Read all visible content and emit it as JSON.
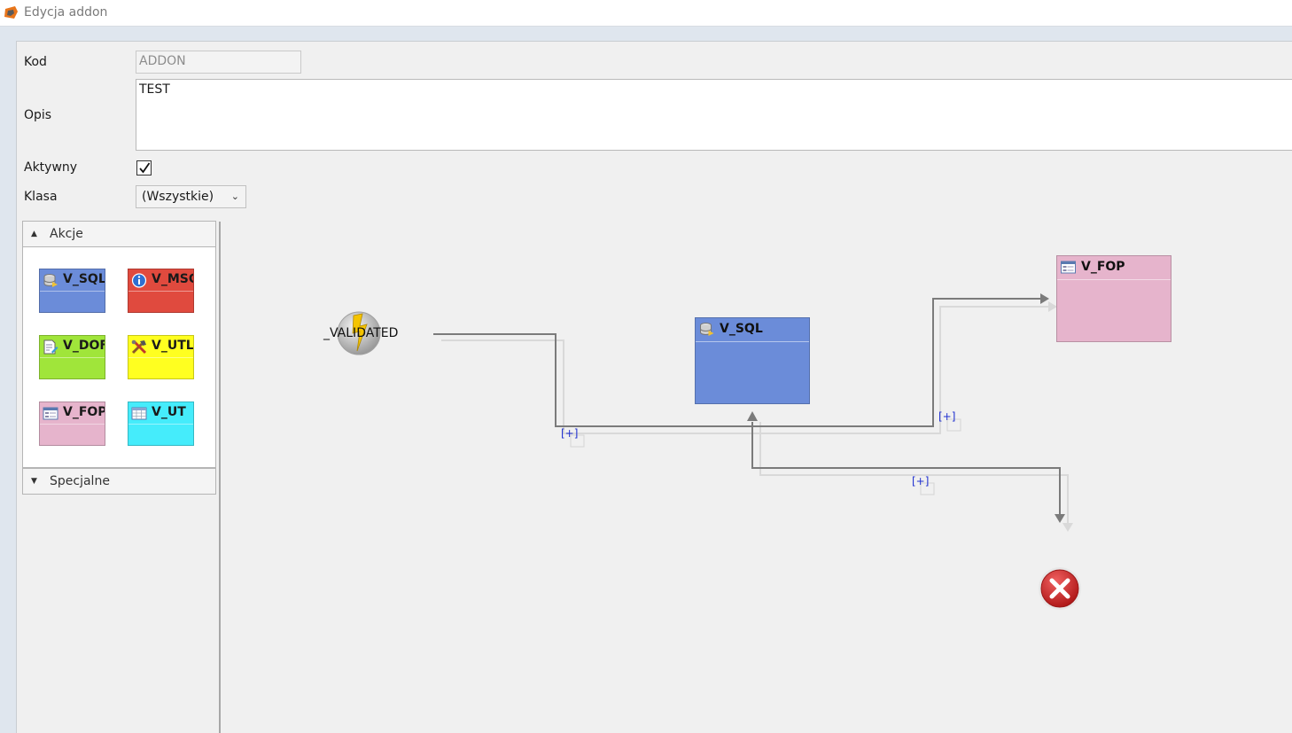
{
  "window": {
    "title": "Edycja addon"
  },
  "form": {
    "kod_label": "Kod",
    "kod_value": "ADDON",
    "opis_label": "Opis",
    "opis_value": "TEST",
    "aktywny_label": "Aktywny",
    "aktywny_checked": true,
    "klasa_label": "Klasa",
    "klasa_value": "(Wszystkie)"
  },
  "palette": {
    "akcje_header": "Akcje",
    "specjalne_header": "Specjalne",
    "tools": [
      {
        "label": "V_SQL",
        "color": "#6b8cd9",
        "icon": "database-icon"
      },
      {
        "label": "V_MSG",
        "color": "#e04a3e",
        "icon": "info-icon"
      },
      {
        "label": "V_DOF",
        "color": "#a0e53a",
        "icon": "document-edit-icon"
      },
      {
        "label": "V_UTL",
        "color": "#ffff20",
        "icon": "tools-icon"
      },
      {
        "label": "V_FOP",
        "color": "#e6b4cc",
        "icon": "form-icon"
      },
      {
        "label": "V_UT",
        "color": "#45ecfb",
        "icon": "table-icon"
      }
    ]
  },
  "diagram": {
    "event_label": "_VALIDATED",
    "sql_node": {
      "label": "V_SQL",
      "color": "#6b8cd9",
      "icon": "database-icon"
    },
    "fop_node": {
      "label": "V_FOP",
      "color": "#e6b4cc",
      "icon": "form-icon"
    },
    "expand_markers": [
      "[+]",
      "[+]",
      "[+]"
    ],
    "end_icon": "error-end-icon"
  }
}
